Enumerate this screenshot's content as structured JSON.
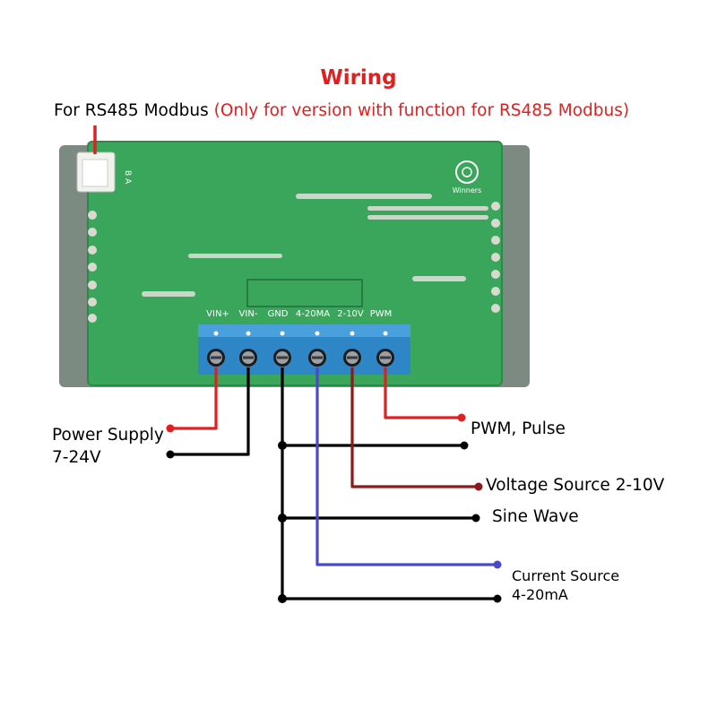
{
  "title": "Wiring",
  "rs485": {
    "prefix": "For RS485 Modbus",
    "note": "(Only for version with function for RS485 Modbus)"
  },
  "board": {
    "silkscreen": "B A",
    "logo_text": "Winners"
  },
  "terminals": [
    {
      "label": "VIN+"
    },
    {
      "label": "VIN-"
    },
    {
      "label": "GND"
    },
    {
      "label": "4-20MA"
    },
    {
      "label": "2-10V"
    },
    {
      "label": "PWM"
    }
  ],
  "connections": {
    "power_supply": {
      "line1": "Power Supply",
      "line2": "7-24V"
    },
    "pwm": "PWM, Pulse",
    "voltage": "Voltage Source 2-10V",
    "sine": "Sine Wave",
    "current": {
      "line1": "Current Source",
      "line2": "4-20mA"
    }
  },
  "colors": {
    "red": "#e02020",
    "dark_red": "#8b1a1a",
    "blue": "#4a4ac8",
    "black": "#000000",
    "pcb_green": "#3aa65c",
    "terminal_blue": "#2f86c6"
  }
}
